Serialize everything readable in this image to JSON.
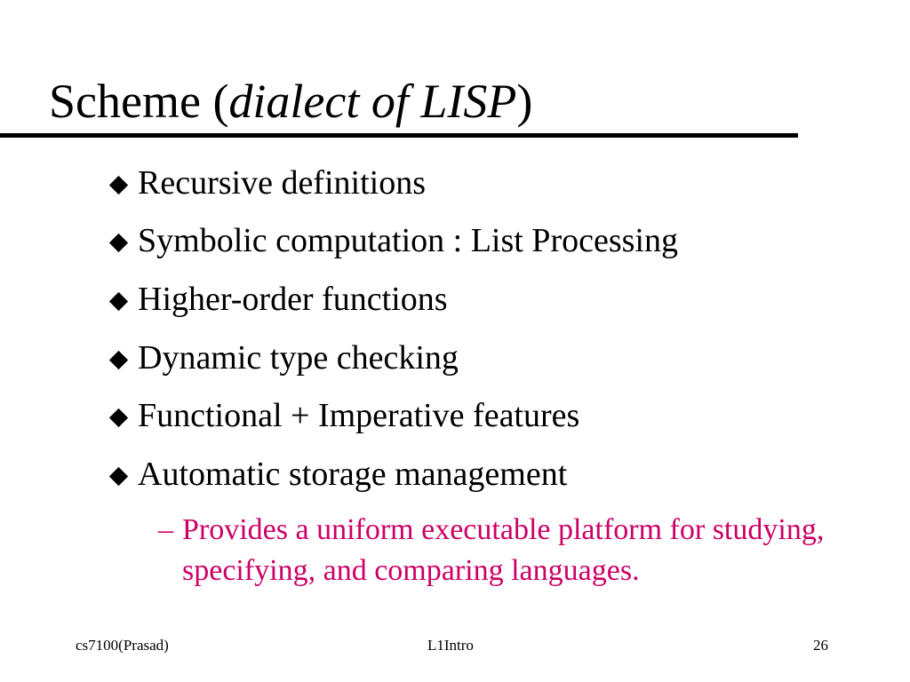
{
  "slide": {
    "title": {
      "main": "Scheme (",
      "italic": "dialect of LISP",
      "close": ")"
    },
    "bullets": [
      "Recursive definitions",
      "Symbolic computation : List Processing",
      "Higher-order functions",
      "Dynamic type checking",
      "Functional + Imperative features",
      "Automatic storage management"
    ],
    "sub_bullet": {
      "marker": "–",
      "text": "Provides a uniform executable platform for studying, specifying, and comparing languages."
    },
    "footer": {
      "left": "cs7100(Prasad)",
      "center": "L1Intro",
      "right": "26"
    },
    "colors": {
      "text": "#000000",
      "sub_bullet": "#cc0066",
      "background": "#ffffff"
    },
    "icons": {
      "bullet": "diamond-bullet-icon"
    }
  }
}
